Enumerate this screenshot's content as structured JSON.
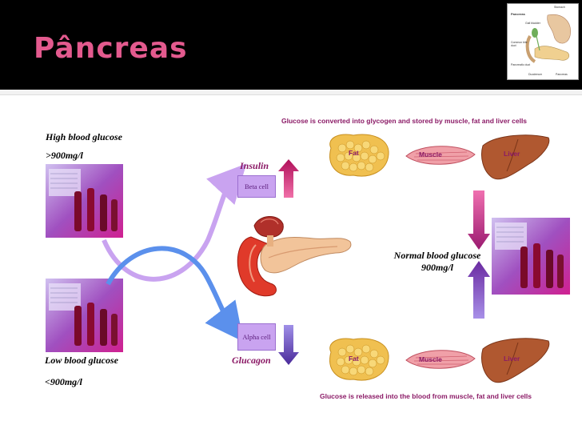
{
  "slide": {
    "title": "Pâncreas"
  },
  "top_note": "Glucose is converted into glycogen and stored by muscle, fat and liver cells",
  "bottom_note": "Glucose  is released into the blood from muscle, fat and liver cells",
  "high": {
    "label": "High blood glucose",
    "value": ">900mg/l"
  },
  "low": {
    "label": "Low blood glucose",
    "value": "<900mg/l"
  },
  "normal": {
    "label": "Normal blood glucose",
    "value": "900mg/l"
  },
  "insulin": {
    "label": "Insulin",
    "cell": "Beta cell",
    "arrow_color": "#e0508a"
  },
  "glucagon": {
    "label": "Glucagon",
    "cell": "Alpha cell",
    "arrow_color": "#7a55d0"
  },
  "organs_top": [
    "Fat",
    "Muscle",
    "Liver"
  ],
  "organs_bottom": [
    "Fat",
    "Muscle",
    "Liver"
  ],
  "thumbnail": {
    "title": "Pancreas",
    "labels": [
      "Stomach",
      "Gall bladder",
      "Common bile duct",
      "Pancreatic duct",
      "Duodenum",
      "Pancreas"
    ]
  }
}
